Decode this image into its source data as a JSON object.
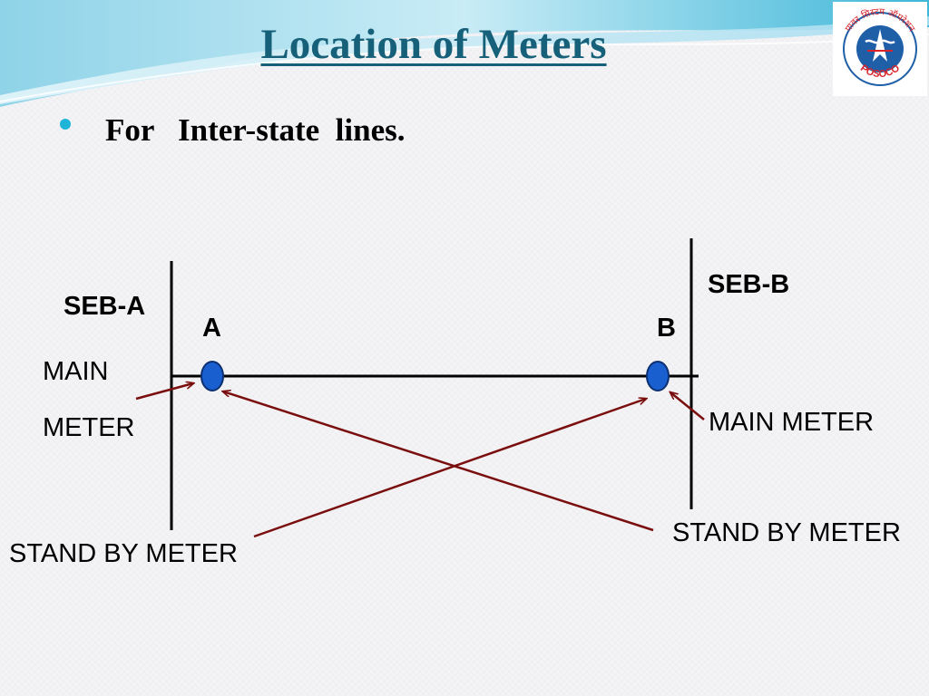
{
  "slide": {
    "title": "Location of Meters",
    "bullet": "For   Inter-state  lines."
  },
  "logo": {
    "top_text": "पावर सिस्टम ऑपरेशन",
    "bottom_text": "POSOCO"
  },
  "diagram": {
    "seb_a": "SEB-A",
    "seb_b": "SEB-B",
    "point_a": "A",
    "point_b": "B",
    "main_meter_left_line1": "MAIN",
    "main_meter_left_line2": "METER",
    "main_meter_right": "MAIN METER",
    "standby_left": "STAND BY METER",
    "standby_right": "STAND BY METER"
  },
  "colors": {
    "title": "#17607a",
    "bullet": "#1fb4d8",
    "meter_fill": "#1a5fd0",
    "arrow": "#7a0d0d"
  }
}
